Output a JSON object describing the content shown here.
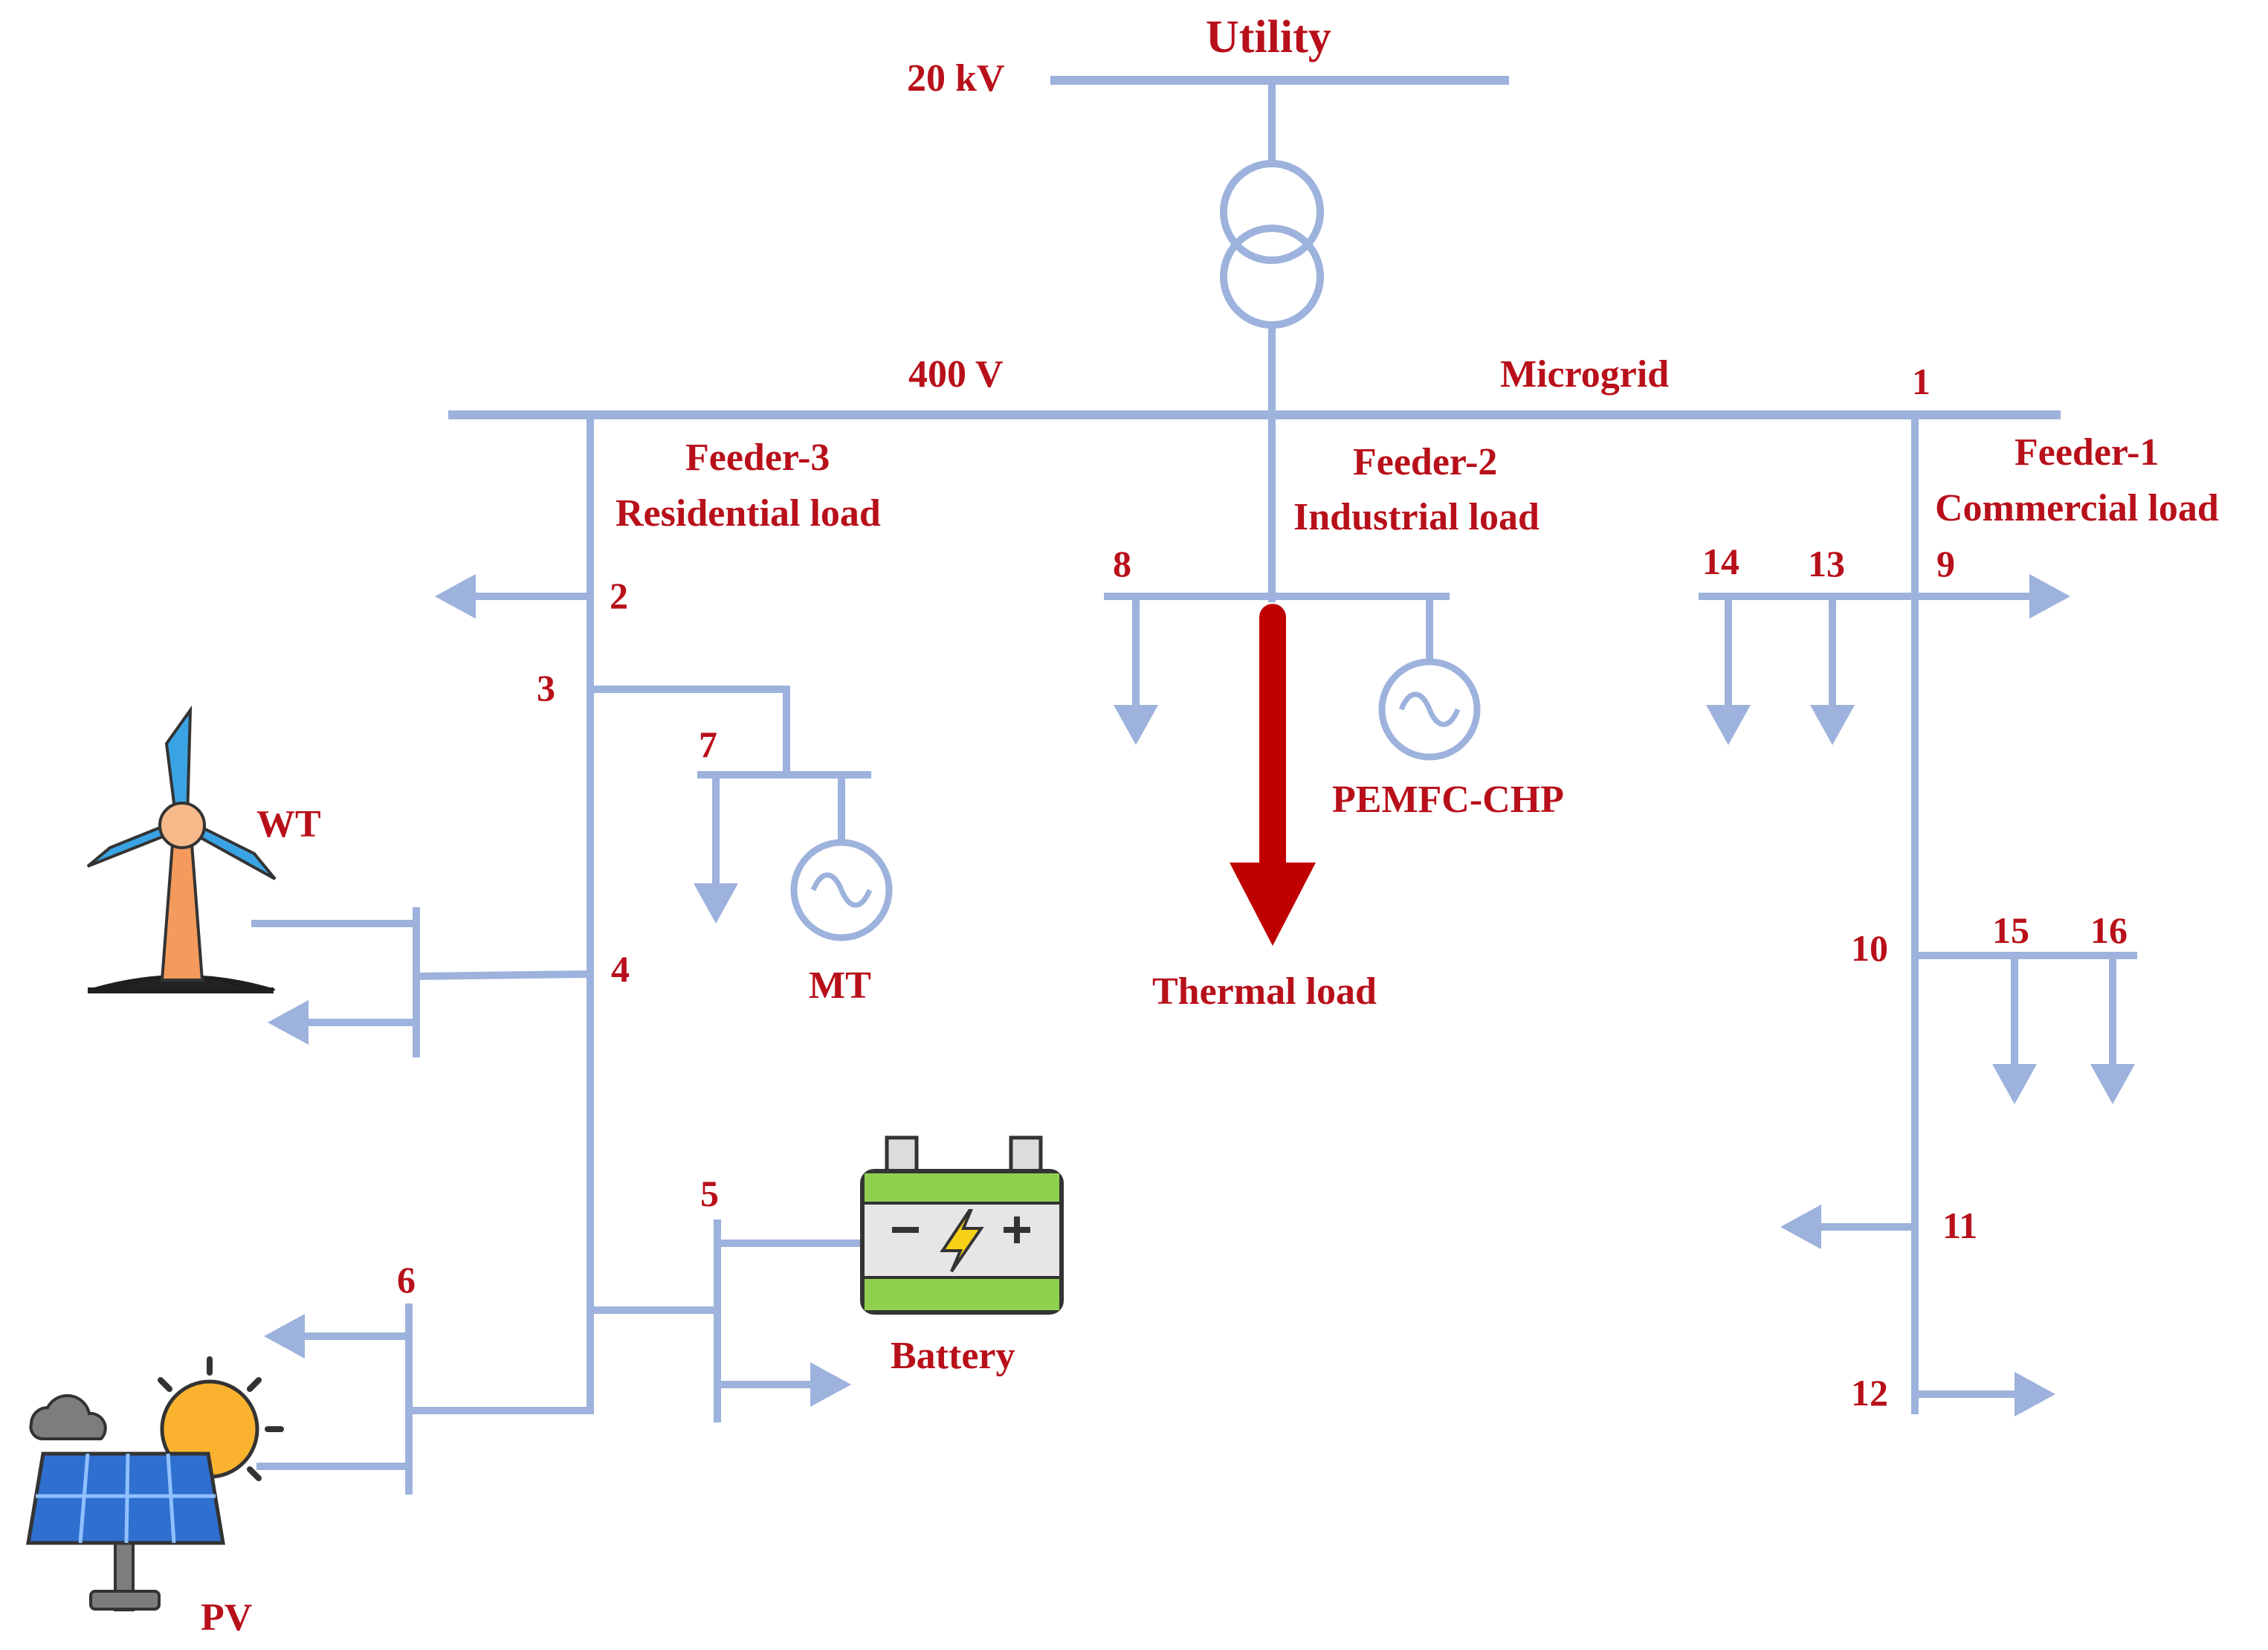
{
  "diagram": {
    "utility": "Utility",
    "hv_voltage": "20 kV",
    "lv_voltage": "400 V",
    "microgrid": "Microgrid",
    "feeders": [
      {
        "name": "Feeder-1",
        "load": "Commercial load"
      },
      {
        "name": "Feeder-2",
        "load": "Industrial load"
      },
      {
        "name": "Feeder-3",
        "load": "Residential load"
      }
    ],
    "buses": [
      "1",
      "2",
      "3",
      "4",
      "5",
      "6",
      "7",
      "8",
      "9",
      "10",
      "11",
      "12",
      "13",
      "14",
      "15",
      "16"
    ],
    "devices": {
      "wt": "WT",
      "pv": "PV",
      "mt": "MT",
      "battery": "Battery",
      "pemfc": "PEMFC-CHP",
      "thermal": "Thermal load"
    },
    "colors": {
      "line": "#9db2dc",
      "label": "#b8101a",
      "thermal_arrow": "#c00000"
    },
    "icons": [
      "transformer-icon",
      "generator-icon",
      "wind-turbine-icon",
      "pv-panel-icon",
      "sun-icon",
      "cloud-icon",
      "battery-icon",
      "lightning-icon"
    ]
  }
}
